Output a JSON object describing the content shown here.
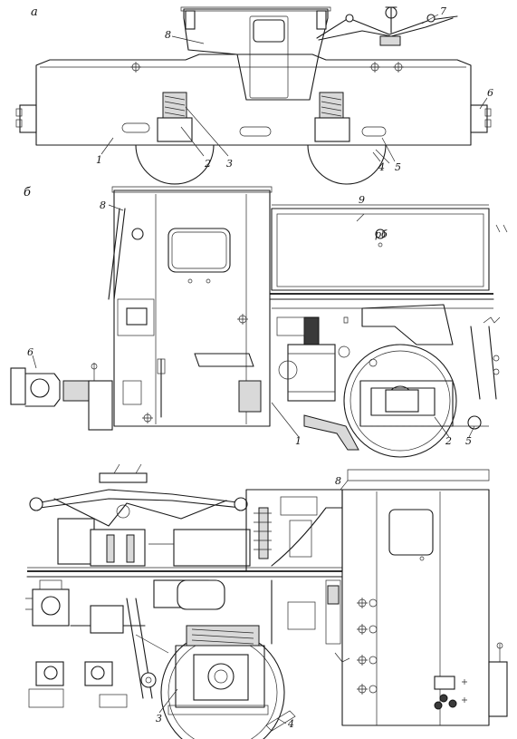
{
  "views": {
    "a": {
      "letter": "а"
    },
    "b": {
      "letter": "б"
    }
  },
  "labels": {
    "a": [
      "1",
      "2",
      "3",
      "4",
      "5",
      "6",
      "7",
      "8"
    ],
    "b_top": [
      "8",
      "9",
      "6",
      "1",
      "2",
      "5"
    ],
    "b_bottom": [
      "8",
      "3",
      "4"
    ]
  },
  "plate": {
    "text": "рб"
  }
}
